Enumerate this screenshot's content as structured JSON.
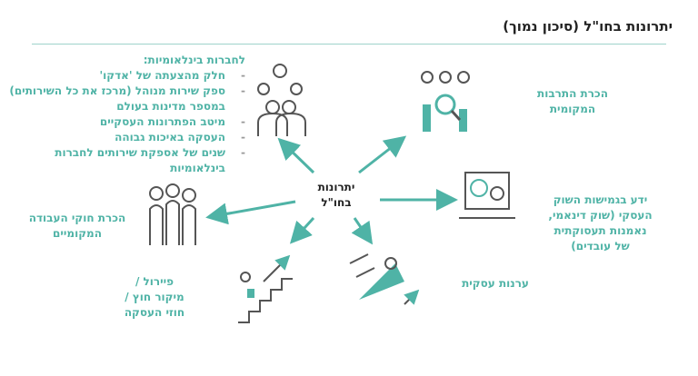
{
  "title": "יתרונות בחו\"ל (סיכון נמוך)",
  "center": {
    "line1": "יתרונות",
    "line2": "בחו\"ל"
  },
  "intl": {
    "heading": "לחברות בינלאומיות:",
    "items": [
      "חלק מהצעתה של 'אדקו'",
      "ספק שירות מנוהל (מרכז את כל השירותים) במספר מדינות בעולם",
      "מיטב הפתרונות העסקיים",
      "העסקה באיכות גבוהה",
      "שנים של אספקת שירותים לחברות בינלאומיות"
    ]
  },
  "culture": {
    "line1": "הכרת התרבות",
    "line2": "המקומית"
  },
  "market": {
    "line1": "ידע בגמישות השוק",
    "line2": "העסקי (שוק דינאמי,",
    "line3": "נאמנות תעסוקתית",
    "line4": "של עובדים)"
  },
  "labor": {
    "line1": "הכרת חוקי העבודה",
    "line2": "המקומיים"
  },
  "payroll": {
    "line1": "פיירול /",
    "line2": "מיקור חוץ /",
    "line3": "חוזי העסקה"
  },
  "alert": {
    "line1": "ערנות עסקית"
  },
  "colors": {
    "accent": "#4fb3a6",
    "icon": "#555555"
  }
}
